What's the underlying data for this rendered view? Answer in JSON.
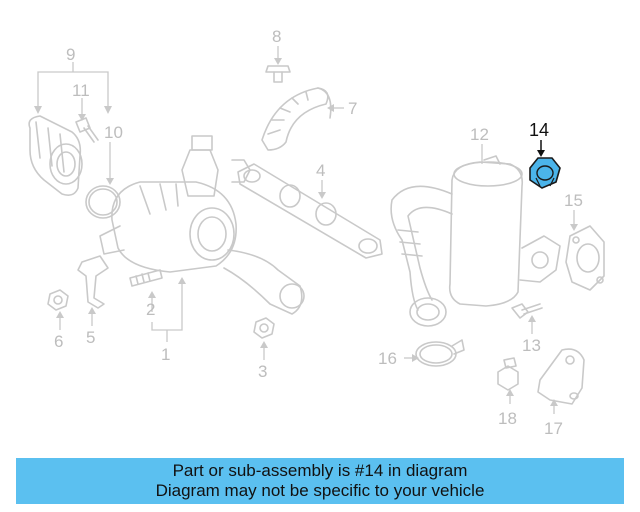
{
  "diagram": {
    "callouts": [
      "1",
      "2",
      "3",
      "4",
      "5",
      "6",
      "7",
      "8",
      "9",
      "10",
      "11",
      "12",
      "13",
      "14",
      "15",
      "16",
      "17",
      "18"
    ],
    "highlighted": "14",
    "highlight_color": "#4bb4ea",
    "line_color": "#c9c9c9"
  },
  "banner": {
    "line1": "Part or sub-assembly is #14 in diagram",
    "line2": "Diagram may not be specific to your vehicle",
    "background": "#5bc0f0"
  }
}
